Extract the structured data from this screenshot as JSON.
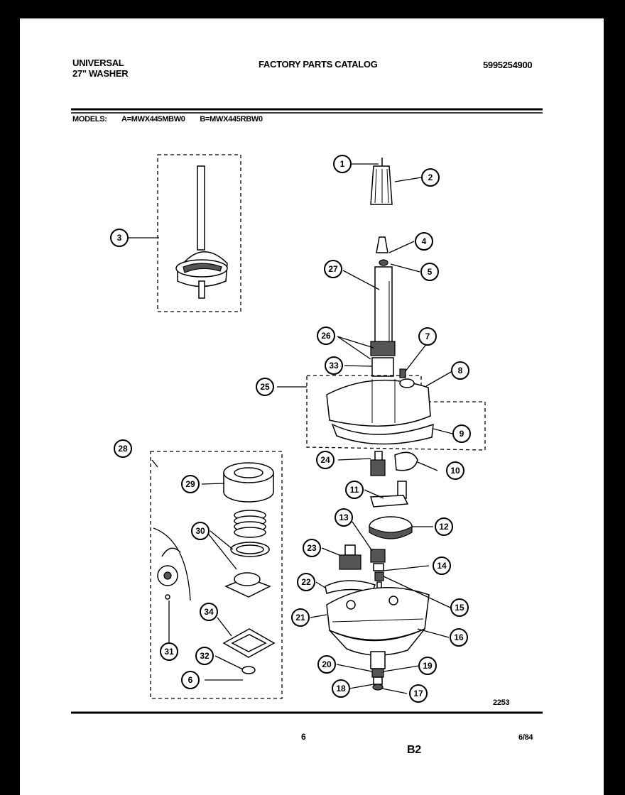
{
  "header": {
    "product_line1": "UNIVERSAL",
    "product_line2": "27\" WASHER",
    "catalog_title": "FACTORY PARTS CATALOG",
    "catalog_number": "5995254900"
  },
  "models": {
    "label": "MODELS:",
    "model_a": "A=MWX445MBW0",
    "model_b": "B=MWX445RBW0"
  },
  "figure_number": "2253",
  "footer": {
    "page": "6",
    "section": "B2",
    "date": "6/84"
  },
  "callouts": [
    "1",
    "2",
    "3",
    "4",
    "5",
    "6",
    "7",
    "8",
    "9",
    "10",
    "11",
    "12",
    "13",
    "14",
    "15",
    "16",
    "17",
    "18",
    "19",
    "20",
    "21",
    "22",
    "23",
    "24",
    "25",
    "26",
    "27",
    "28",
    "29",
    "30",
    "31",
    "32",
    "33",
    "34"
  ]
}
